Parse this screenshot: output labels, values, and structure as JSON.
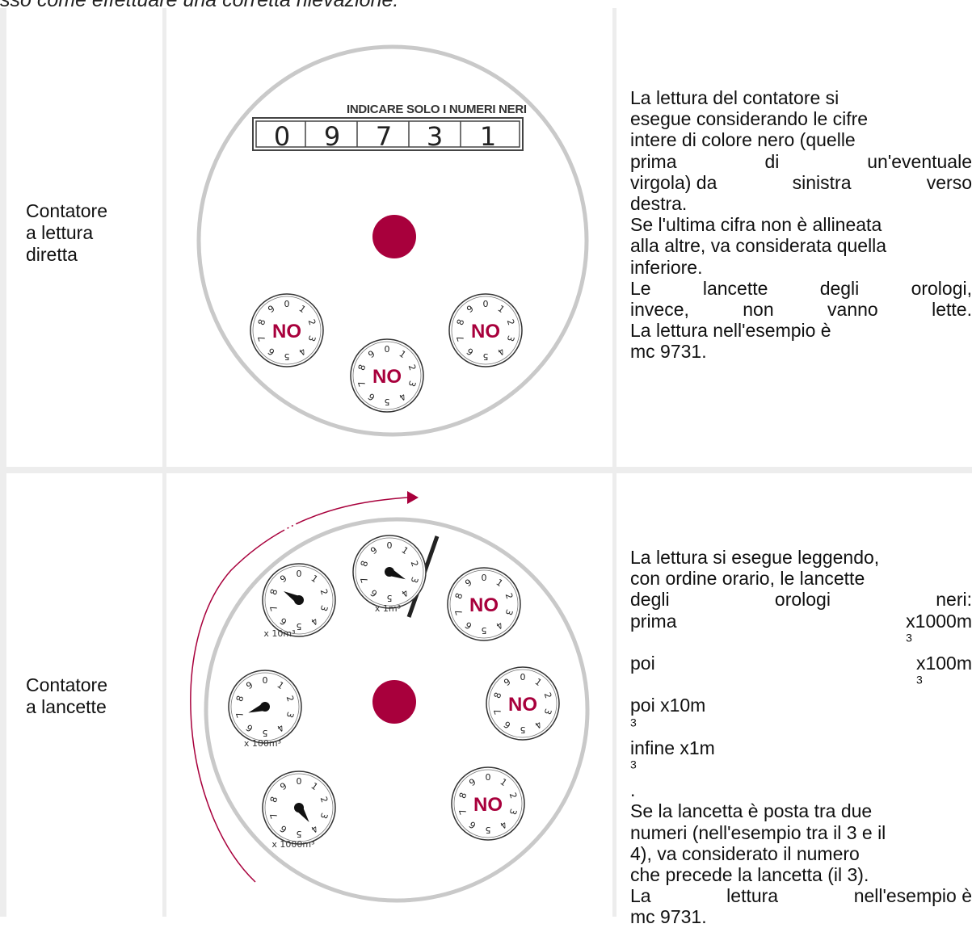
{
  "header": "sso come effettuare una corretta rilevazione:",
  "row1": {
    "label": [
      " Contatore",
      "a lettura",
      "diretta"
    ],
    "meter": {
      "caption": "INDICARE SOLO I NUMERI NERI",
      "digits": [
        "0",
        "9",
        "7",
        "3",
        "1"
      ],
      "dial_text": "NO",
      "colors": {
        "accent": "#a8003c",
        "ring": "#c9c9c9"
      }
    },
    "desc": [
      "La lettura del contatore si",
      "esegue considerando le cifre",
      "intere di colore nero (quelle",
      "prima di un'eventuale",
      "virgola) da sinistra verso",
      "destra.",
      "Se l'ultima cifra non è allineata",
      "alla altre, va considerata quella",
      "inferiore.",
      "Le lancette degli orologi,",
      "invece, non vanno lette.",
      "La lettura nell'esempio è",
      "mc 9731."
    ]
  },
  "row2": {
    "label": [
      "Contatore",
      "a lancette"
    ],
    "meter": {
      "dial_labels": [
        "x 1m³",
        "x 10m³",
        "x 100m³",
        "x 1000m³"
      ],
      "dial_text": "NO",
      "dial_digits": [
        "0",
        "1",
        "2",
        "3",
        "4",
        "5",
        "6",
        "7",
        "8",
        "9"
      ]
    },
    "desc": {
      "l1": "La lettura si esegue leggendo,",
      "l2": "con ordine orario, le lancette",
      "l3a": "degli",
      "l3b": "orologi",
      "l3c": "neri:",
      "l4a": "prima",
      "l4b": "x1000m",
      "l5a": "poi",
      "l5b": "x100m",
      "l6": "poi x10m",
      "l7": "infine x1m",
      "sup": "3",
      "dot": ".",
      "l8": "Se la lancetta è posta tra due",
      "l9": "numeri (nell'esempio tra il 3 e il",
      "l10": "4), va considerato il numero",
      "l11": "che precede la lancetta (il 3).",
      "l12a": "La",
      "l12b": "lettura",
      "l12c": "nell'esempio è",
      "l13": "mc 9731."
    }
  }
}
